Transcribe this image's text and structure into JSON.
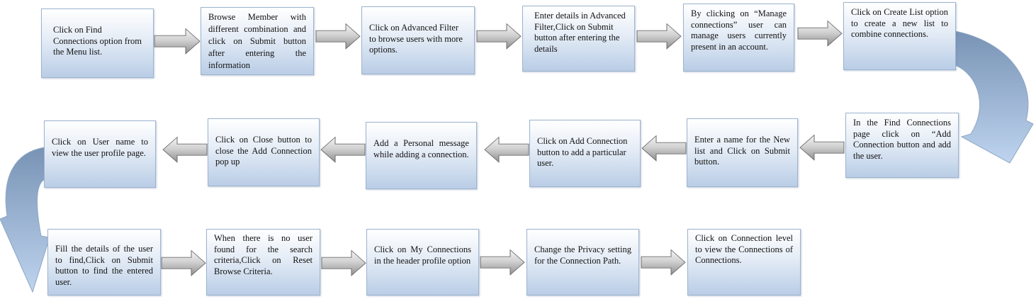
{
  "flow": {
    "steps": [
      {
        "text": "Click on Find Connections option from the Menu list."
      },
      {
        "text": "Browse Member with different combination and click on Submit button after entering the information"
      },
      {
        "text": "Click on Advanced Filter to browse users with more options."
      },
      {
        "text": "Enter details in Advanced Filter,Click on Submit button after entering the details"
      },
      {
        "text": "By clicking on “Manage connections” user can manage users currently present in an account."
      },
      {
        "text": "Click on Create List option to create a new list to combine connections."
      },
      {
        "text": "In the Find Connections page click on “Add Connection button and add the user."
      },
      {
        "text": "Enter a name for the New list and Click on Submit button."
      },
      {
        "text": "Click on Add Connection button to add a particular user."
      },
      {
        "text": "Add a Personal message while adding a connection."
      },
      {
        "text": "Click on Close button to close the Add Connection pop up"
      },
      {
        "text": "Click on User name to view the user profile page."
      },
      {
        "text": "Fill the details of the user to find,Click on Submit button to find the entered user."
      },
      {
        "text": "When there is no user found for the search criteria,Click on Reset Browse Criteria."
      },
      {
        "text": "Click on My Connections in the header profile option"
      },
      {
        "text": "Change the Privacy setting for the Connection Path."
      },
      {
        "text": "Click on Connection level to view the Connections of Connections."
      }
    ]
  },
  "colors": {
    "box_border": "#9db4cf",
    "box_fill_top": "#ffffff",
    "box_fill_bottom": "#b9cde6",
    "arrow_fill": "#bdbdbd",
    "curve_dark": "#7f9bbd",
    "curve_light": "#bcd3ee"
  }
}
